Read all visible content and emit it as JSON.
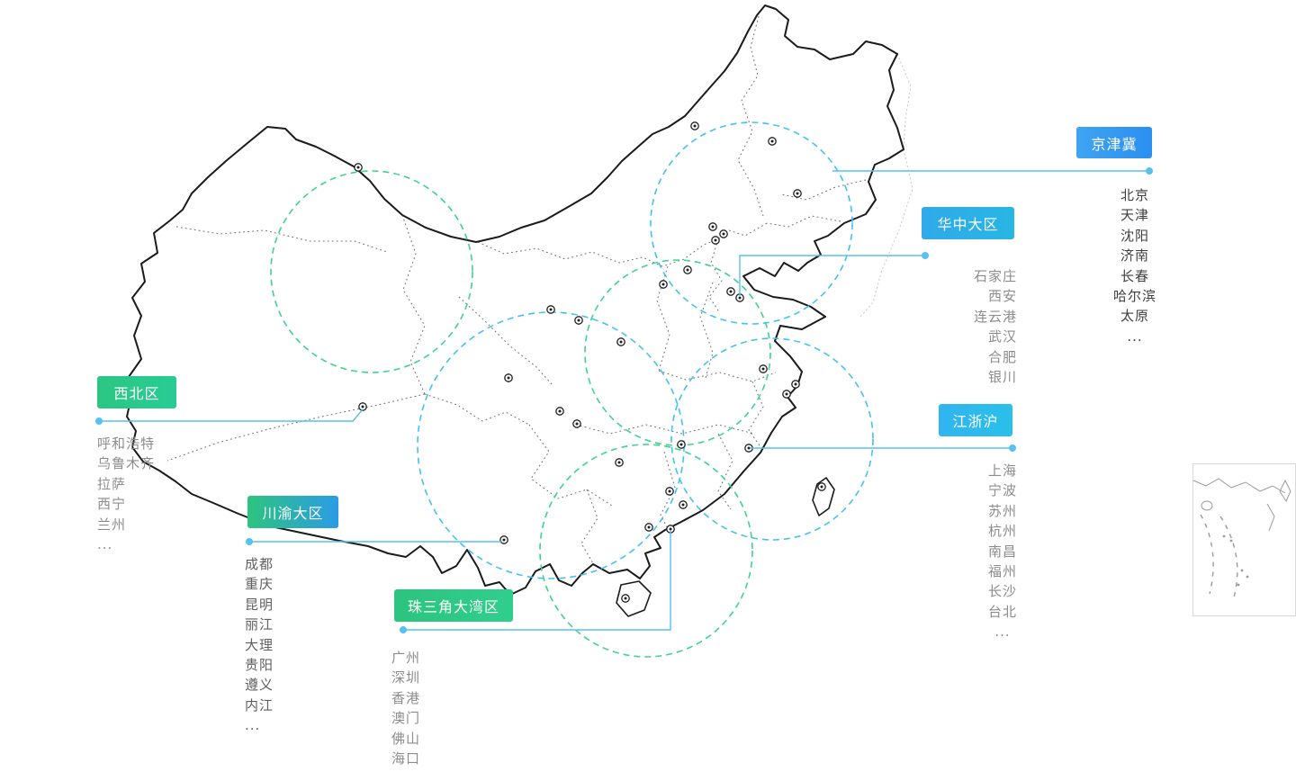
{
  "regions": [
    {
      "id": "jingjinji",
      "label": "京津冀",
      "badge_from": "#3fa4f2",
      "badge_to": "#2b8ff0",
      "city_text_color": "#3f3f3f",
      "cities": [
        "北京",
        "天津",
        "沈阳",
        "济南",
        "长春",
        "哈尔滨",
        "太原",
        "..."
      ]
    },
    {
      "id": "huazhong",
      "label": "华中大区",
      "badge_from": "#2fa9ea",
      "badge_to": "#29b6e4",
      "city_text_color": "#8c8c8c",
      "cities": [
        "石家庄",
        "西安",
        "连云港",
        "武汉",
        "合肥",
        "银川"
      ]
    },
    {
      "id": "xibei",
      "label": "西北区",
      "badge_from": "#2dc582",
      "badge_to": "#27cc95",
      "city_text_color": "#8c8c8c",
      "cities": [
        "呼和浩特",
        "乌鲁木齐",
        "拉萨",
        "西宁",
        "兰州",
        "..."
      ]
    },
    {
      "id": "chuanyu",
      "label": "川渝大区",
      "badge_from": "#2cc47e",
      "badge_to": "#2b9be6",
      "city_text_color": "#5f5f5f",
      "cities": [
        "成都",
        "重庆",
        "昆明",
        "丽江",
        "大理",
        "贵阳",
        "遵义",
        "内江",
        "..."
      ]
    },
    {
      "id": "zhusanjiao",
      "label": "珠三角大湾区",
      "badge_from": "#2cc47e",
      "badge_to": "#30ce8e",
      "city_text_color": "#8c8c8c",
      "cities": [
        "广州",
        "深圳",
        "香港",
        "澳门",
        "佛山",
        "海口",
        "..."
      ]
    },
    {
      "id": "jiangzhehu",
      "label": "江浙沪",
      "badge_from": "#31b5f0",
      "badge_to": "#29c0ea",
      "city_text_color": "#8c8c8c",
      "cities": [
        "上海",
        "宁波",
        "苏州",
        "杭州",
        "南昌",
        "福州",
        "长沙",
        "台北",
        "..."
      ]
    }
  ],
  "map_colors": {
    "outline": "#1b1b1b",
    "circle_blue": "#45c0f5",
    "circle_green": "#3fd291",
    "connector": "#56c1f2"
  }
}
